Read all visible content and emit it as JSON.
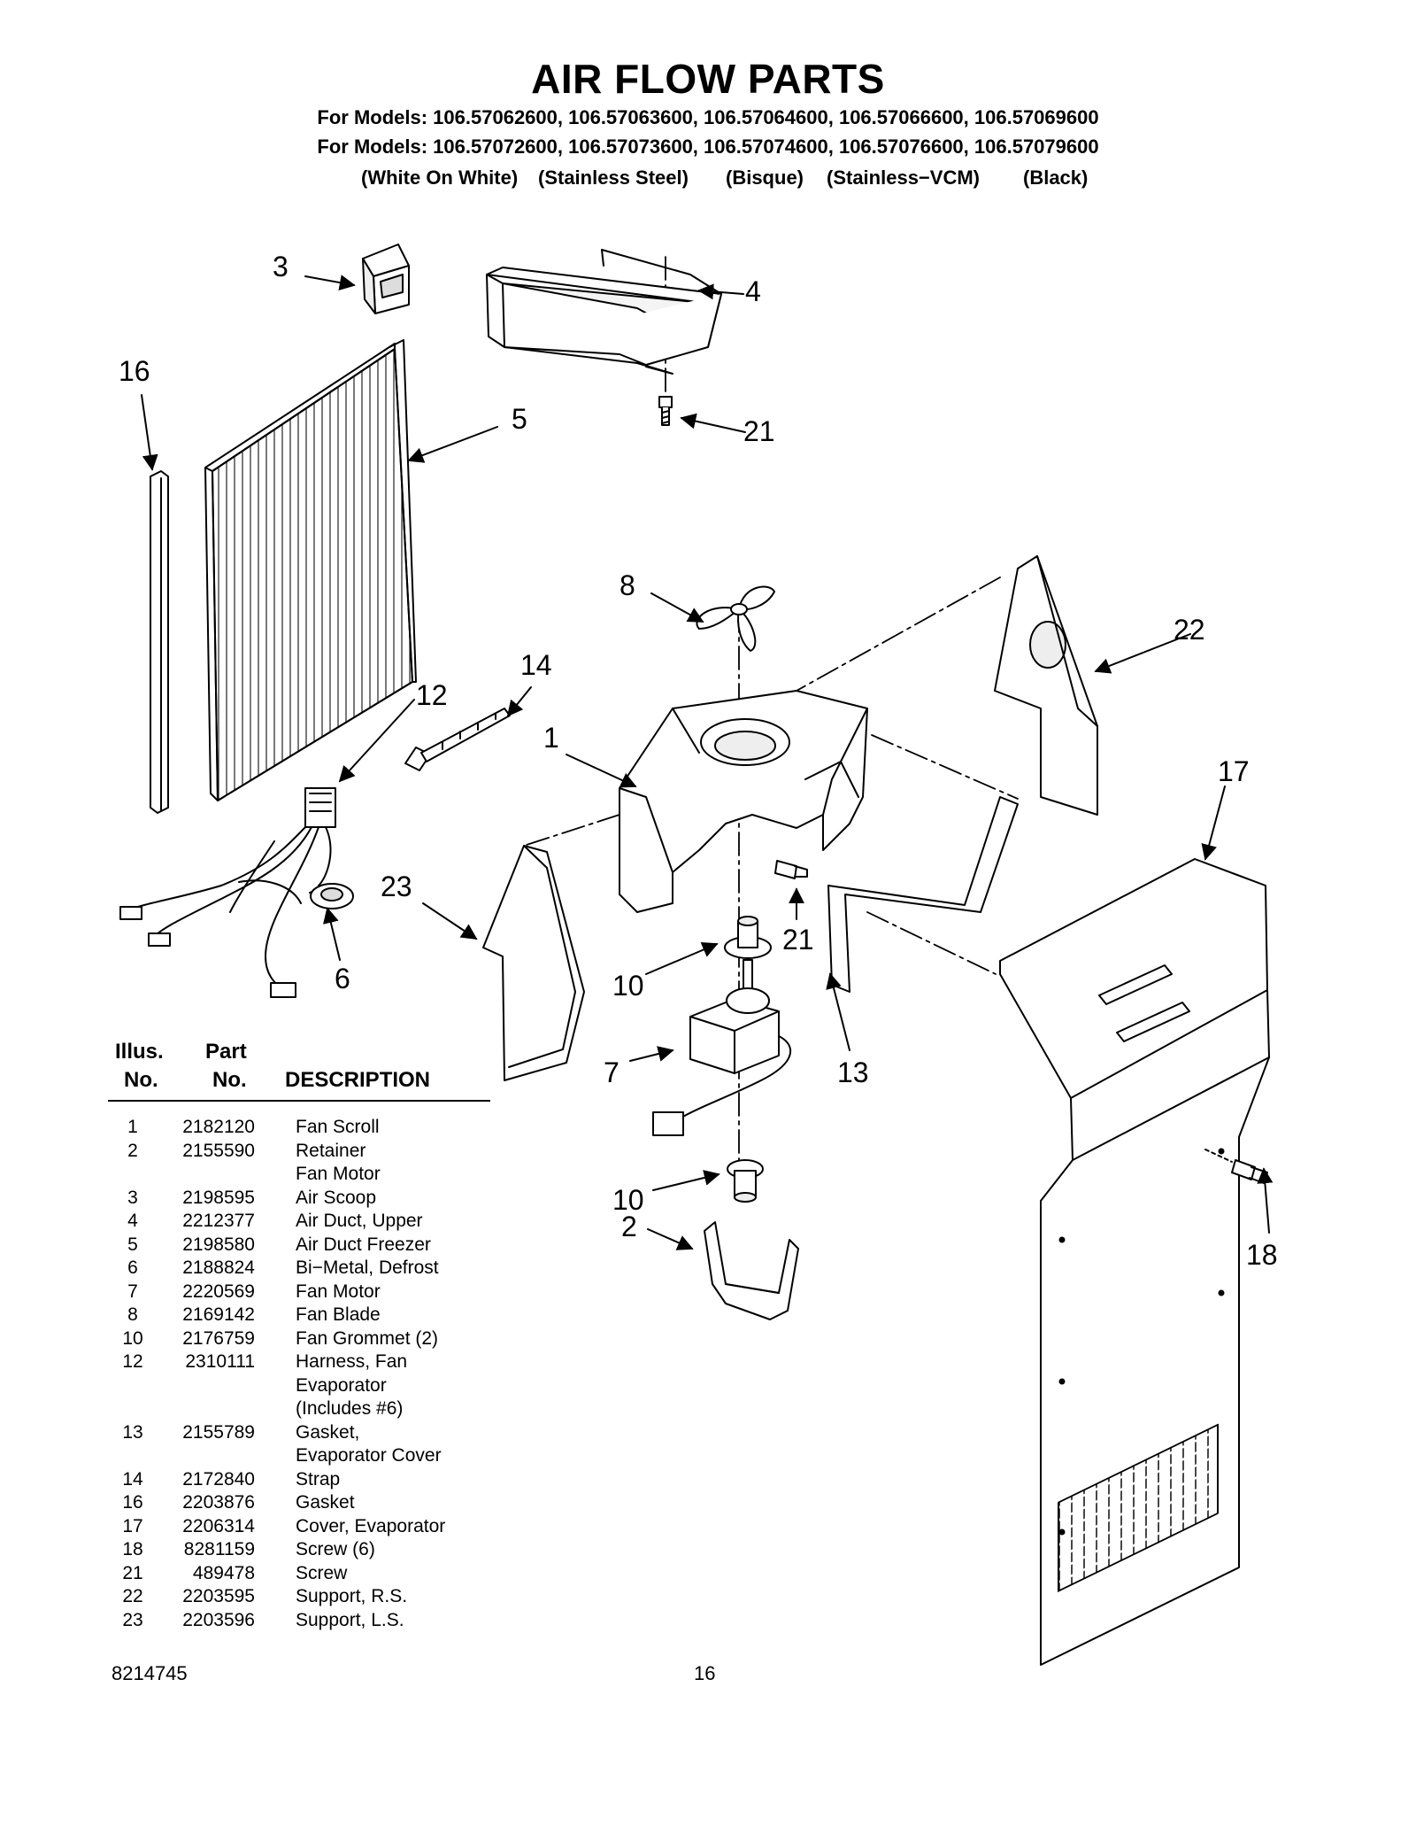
{
  "header": {
    "title": "AIR FLOW PARTS",
    "models_line_1": "For Models: 106.57062600, 106.57063600, 106.57064600, 106.57066600, 106.57069600",
    "models_line_2": "For Models: 106.57072600, 106.57073600, 106.57074600, 106.57076600, 106.57079600",
    "variants": [
      "(White On White)",
      "(Stainless Steel)",
      "(Bisque)",
      "(Stainless−VCM)",
      "(Black)"
    ]
  },
  "diagram": {
    "callouts": [
      "3",
      "4",
      "16",
      "5",
      "21",
      "8",
      "22",
      "14",
      "12",
      "1",
      "17",
      "23",
      "21",
      "6",
      "10",
      "13",
      "7",
      "10",
      "2",
      "18"
    ]
  },
  "table": {
    "headers": {
      "illus_line1": "Illus.",
      "illus_line2": "No.",
      "part_line1": "Part",
      "part_line2": "No.",
      "description": "DESCRIPTION"
    },
    "rows": [
      {
        "illus": "1",
        "part": "2182120",
        "description": "Fan Scroll"
      },
      {
        "illus": "2",
        "part": "2155590",
        "description": "Retainer"
      },
      {
        "illus": "",
        "part": "",
        "description": "Fan Motor"
      },
      {
        "illus": "3",
        "part": "2198595",
        "description": "Air Scoop"
      },
      {
        "illus": "4",
        "part": "2212377",
        "description": "Air Duct, Upper"
      },
      {
        "illus": "5",
        "part": "2198580",
        "description": "Air Duct Freezer"
      },
      {
        "illus": "6",
        "part": "2188824",
        "description": "Bi−Metal, Defrost"
      },
      {
        "illus": "7",
        "part": "2220569",
        "description": "Fan Motor"
      },
      {
        "illus": "8",
        "part": "2169142",
        "description": "Fan Blade"
      },
      {
        "illus": "10",
        "part": "2176759",
        "description": "Fan Grommet (2)"
      },
      {
        "illus": "12",
        "part": "2310111",
        "description": "Harness, Fan"
      },
      {
        "illus": "",
        "part": "",
        "description": "Evaporator"
      },
      {
        "illus": "",
        "part": "",
        "description": "(Includes #6)"
      },
      {
        "illus": "13",
        "part": "2155789",
        "description": "Gasket,"
      },
      {
        "illus": "",
        "part": "",
        "description": "Evaporator Cover"
      },
      {
        "illus": "14",
        "part": "2172840",
        "description": "Strap"
      },
      {
        "illus": "16",
        "part": "2203876",
        "description": "Gasket"
      },
      {
        "illus": "17",
        "part": "2206314",
        "description": "Cover, Evaporator"
      },
      {
        "illus": "18",
        "part": "8281159",
        "description": "Screw (6)"
      },
      {
        "illus": "21",
        "part": "489478",
        "description": "Screw"
      },
      {
        "illus": "22",
        "part": "2203595",
        "description": "Support, R.S."
      },
      {
        "illus": "23",
        "part": "2203596",
        "description": "Support, L.S."
      }
    ]
  },
  "footer": {
    "document_number": "8214745",
    "page_number": "16"
  }
}
